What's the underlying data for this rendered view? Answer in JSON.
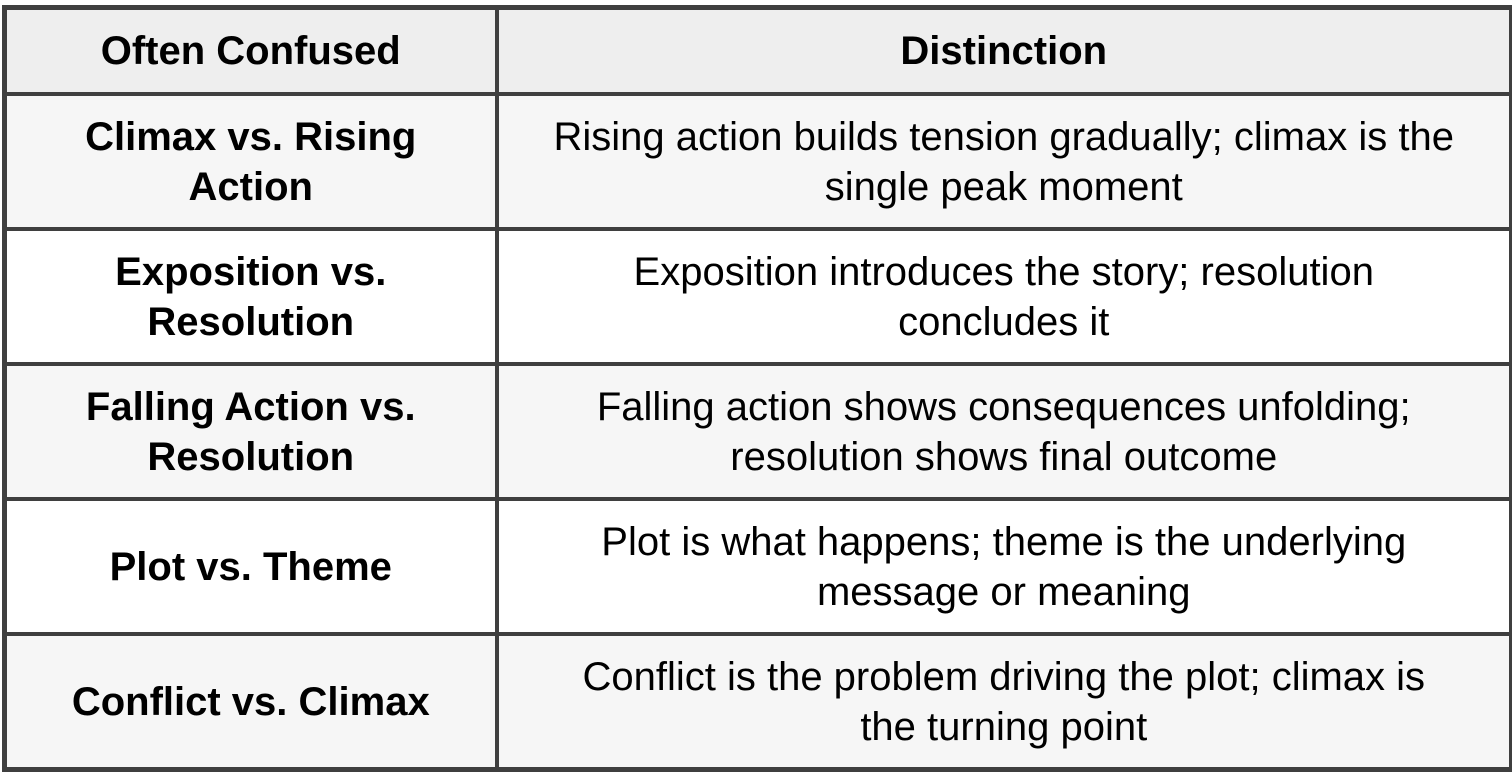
{
  "table": {
    "header": {
      "often_confused": "Often Confused",
      "distinction": "Distinction"
    },
    "rows": [
      {
        "term": "Climax vs. Rising\nAction",
        "distinction": "Rising action builds tension gradually; climax is the\nsingle peak moment"
      },
      {
        "term": "Exposition vs.\nResolution",
        "distinction": "Exposition introduces the story; resolution\nconcludes it"
      },
      {
        "term": "Falling Action vs.\nResolution",
        "distinction": "Falling action shows consequences unfolding;\nresolution shows final outcome"
      },
      {
        "term": "Plot vs. Theme",
        "distinction": "Plot is what happens; theme is the underlying\nmessage or meaning"
      },
      {
        "term": "Conflict vs. Climax",
        "distinction": "Conflict is the problem driving the plot; climax is\nthe turning point"
      }
    ],
    "colors": {
      "border": "#3f3f3f",
      "header_bg": "#eeeeee",
      "stripe_row_bg": "#f6f6f6",
      "plain_row_bg": "#ffffff",
      "text": "#000000"
    }
  }
}
